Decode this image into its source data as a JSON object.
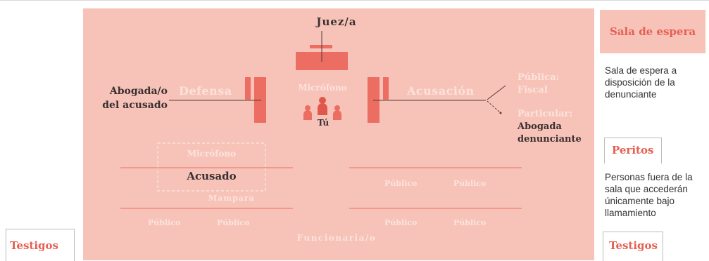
{
  "judge": {
    "label": "Juez/a"
  },
  "microphone_top": "Micrófono",
  "you": "Tú",
  "defense": {
    "label": "Defensa",
    "lawyer_line1": "Abogada/o",
    "lawyer_line2": "del acusado"
  },
  "prosecution": {
    "label": "Acusación",
    "public_line1": "Pública:",
    "public_line2": "Fiscal",
    "private_line1": "Particular:",
    "private_line2": "Abogada",
    "private_line3": "denunciante"
  },
  "accused": {
    "microphone": "Micrófono",
    "label": "Acusado",
    "screen": "Mampara"
  },
  "public_label": "Público",
  "officer": "Funcionaria/o",
  "waiting_room": {
    "title": "Sala de espera",
    "description": "Sala de espera a disposición de la denunciante"
  },
  "experts": {
    "title": "Peritos",
    "description": "Personas fuera de la sala que accederán únicamente bajo llamamiento"
  },
  "witnesses_right": "Testigos",
  "witnesses_left": "Testigos",
  "colors": {
    "room": "#f7c3b8",
    "accent": "#ec6d61",
    "dark": "#3a3030"
  }
}
